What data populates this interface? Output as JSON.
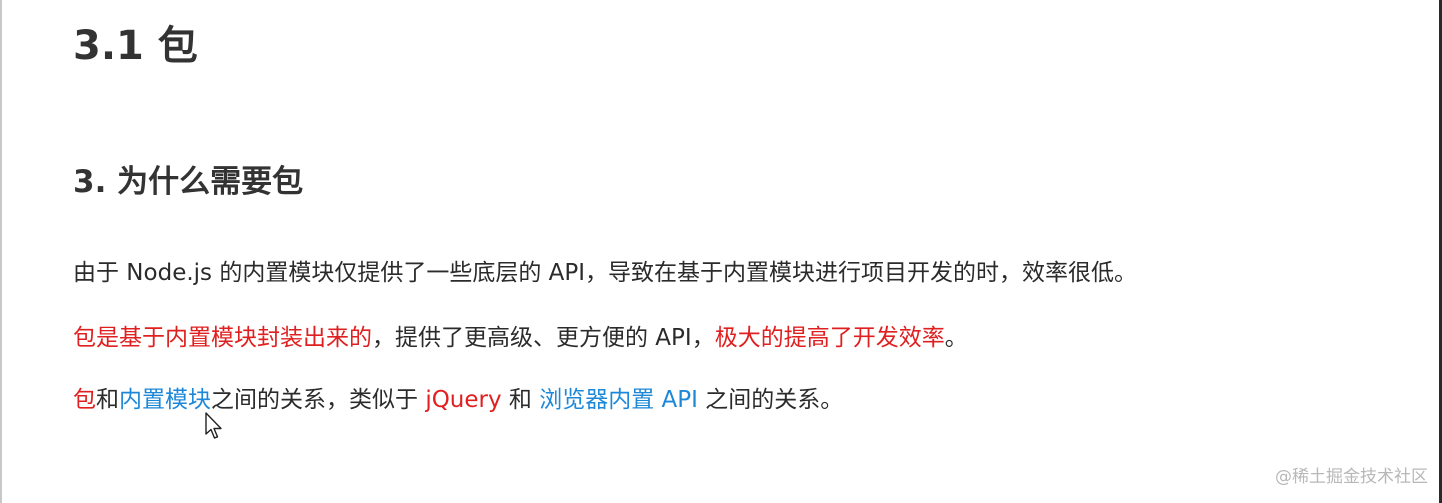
{
  "document": {
    "title": "3.1 包",
    "subtitle": "3. 为什么需要包",
    "paragraph1": "由于 Node.js 的内置模块仅提供了一些底层的 API，导致在基于内置模块进行项目开发的时，效率很低。",
    "paragraph2": {
      "part1": "包是基于内置模块封装出来的",
      "part2": "，提供了更高级、更方便的 API，",
      "part3": "极大的提高了开发效率",
      "part4": "。"
    },
    "paragraph3": {
      "part1": "包",
      "part2": "和",
      "part3": "内置模块",
      "part4": "之间的关系，类似于 ",
      "part5": "jQuery",
      "part6": " 和 ",
      "part7": "浏览器内置 API",
      "part8": " 之间的关系。"
    }
  },
  "watermark": "@稀土掘金技术社区",
  "colors": {
    "highlight_red": "#e02020",
    "highlight_blue": "#1e88d8",
    "text": "#2b2b2b"
  },
  "icons": {
    "cursor": "mouse-pointer-icon"
  }
}
